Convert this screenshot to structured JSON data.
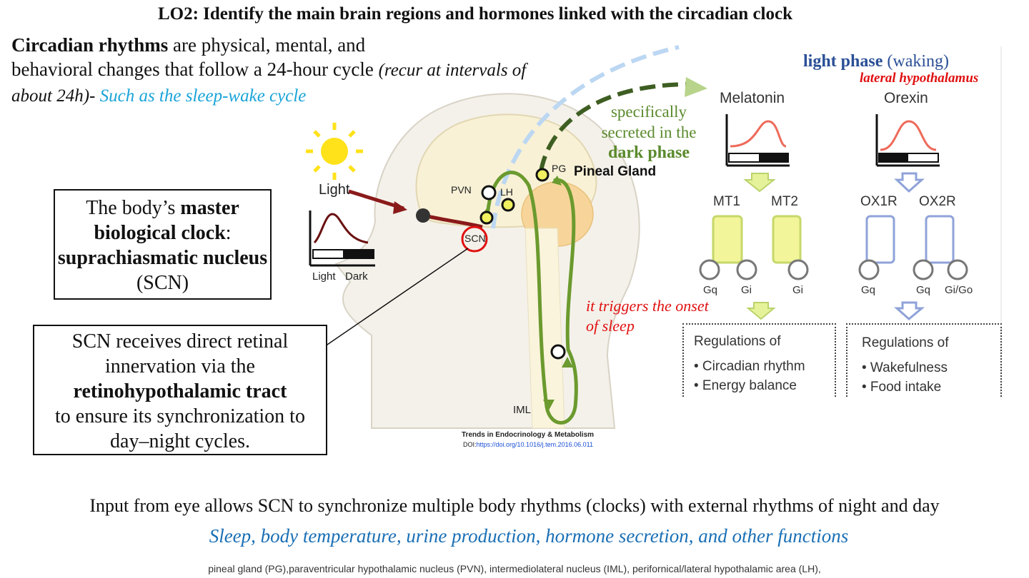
{
  "title": "LO2: Identify the main brain regions and hormones linked with the circadian clock",
  "intro": {
    "term": "Circadian rhythms",
    "text1": " are physical, mental, and",
    "text2": "behavioral changes that follow a 24-hour cycle ",
    "italic": "(recur at intervals of about 24h)-",
    "example": " Such as the sleep-wake cycle"
  },
  "master_box": {
    "pre": "The body’s ",
    "bold1": "master biological clock",
    "mid": ": ",
    "bold2": "suprachiasmatic nucleus",
    "post": " (SCN)"
  },
  "retina_box": {
    "line1": "SCN receives direct retinal innervation via the",
    "bold": "retinohypothalamic tract",
    "line2": "to ensure its synchronization to day–night cycles."
  },
  "diagram": {
    "light_label": "Light",
    "graph_labels": {
      "light": "Light",
      "dark": "Dark"
    },
    "regions": {
      "pvn": "PVN",
      "lh": "LH",
      "scn": "SCN",
      "pg": "PG",
      "iml": "IML"
    },
    "pineal_label": "Pineal Gland",
    "credit_journal": "Trends in Endocrinology & Metabolism",
    "credit_doi_prefix": "DOI:",
    "credit_doi_link": "https://doi.org/10.1016/j.tem.2016.06.011"
  },
  "annotations": {
    "dark_phase_1": "specifically",
    "dark_phase_2": "secreted in the",
    "dark_phase_bold": "dark phase",
    "light_phase_bold": "light phase",
    "light_phase_rest": " (waking)",
    "lateral": "lateral hypothalamus",
    "sleep_onset_1": "it triggers the onset",
    "sleep_onset_2": "of sleep"
  },
  "hormones": {
    "melatonin": {
      "name": "Melatonin",
      "receptors": [
        "MT1",
        "MT2"
      ],
      "proteins": [
        "Gq",
        "Gi",
        "Gi"
      ],
      "reg_title": "Regulations of",
      "reg_items": [
        "• Circadian rhythm",
        "• Energy balance"
      ]
    },
    "orexin": {
      "name": "Orexin",
      "receptors": [
        "OX1R",
        "OX2R"
      ],
      "proteins": [
        "Gq",
        "Gq",
        "Gi/Go"
      ],
      "reg_title": "Regulations of",
      "reg_items": [
        "• Wakefulness",
        "• Food intake"
      ]
    }
  },
  "bottom": {
    "line1": "Input from eye allows SCN to synchronize multiple body rhythms (clocks) with external rhythms of night and day",
    "line2": "Sleep, body temperature, urine production, hormone secretion, and other functions",
    "line3": "pineal gland (PG),paraventricular hypothalamic nucleus (PVN), intermediolateral nucleus (IML), perifornical/lateral hypothalamic area (LH),"
  },
  "colors": {
    "green": "#6b9a2e",
    "blue_text": "#2a4f96",
    "red": "#e01010",
    "cyan": "#1aa4d8",
    "brain": "#f7f0d8",
    "pineal": "#f7d59a",
    "receptor_yellow": "#f2f59a",
    "receptor_blue": "#8fa3d9"
  }
}
